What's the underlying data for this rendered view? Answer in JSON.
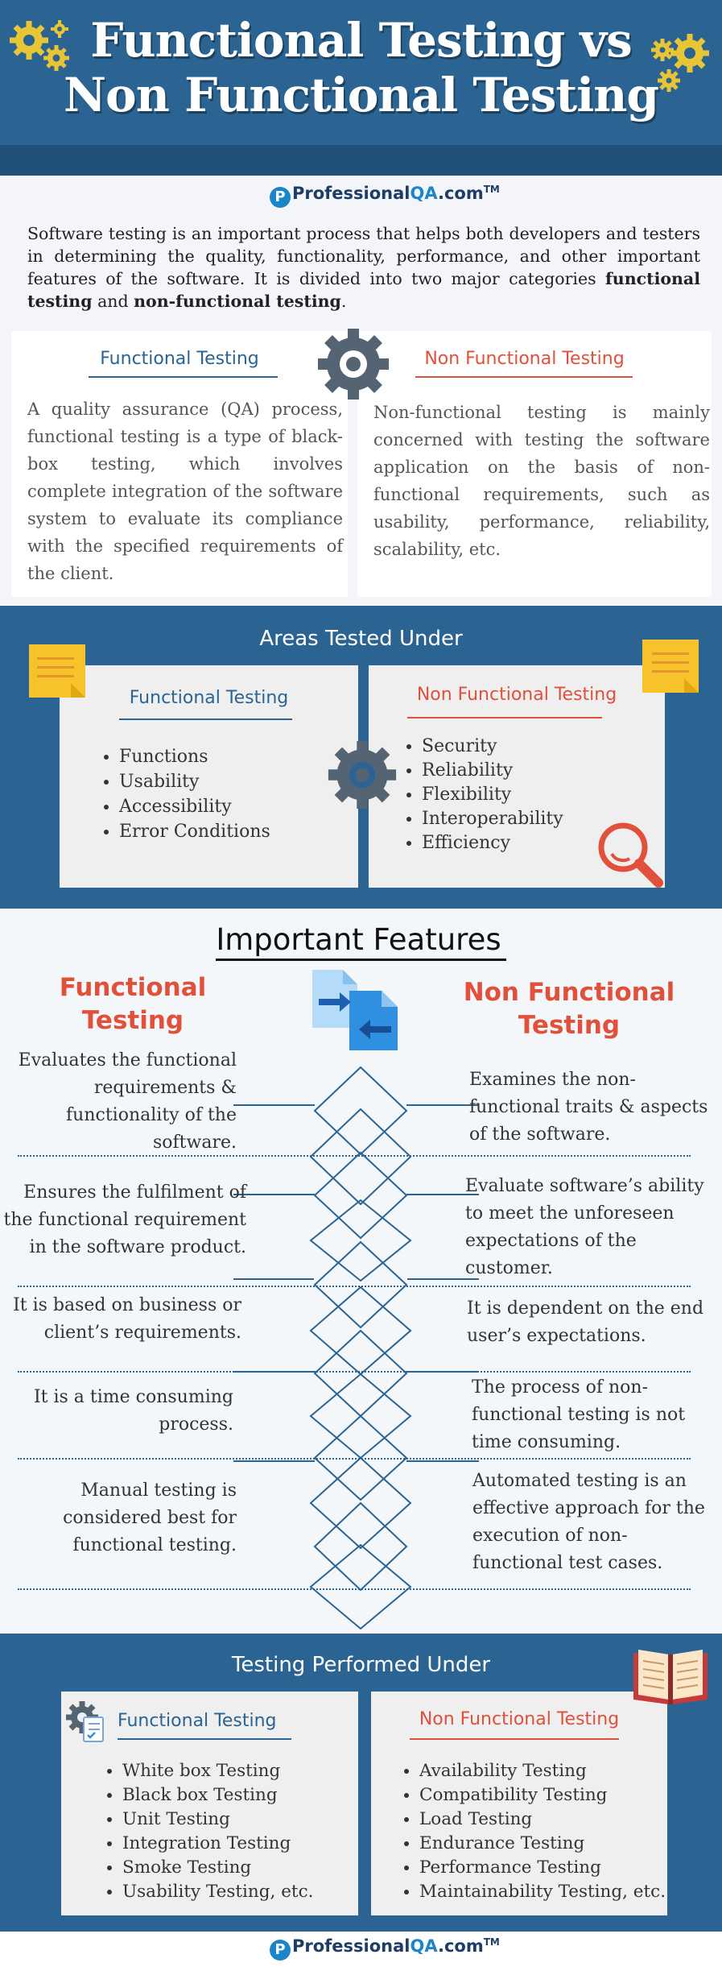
{
  "header": {
    "title_line1": "Functional Testing vs",
    "title_line2": "Non Functional Testing"
  },
  "brand": {
    "logo_main": "Professional",
    "logo_accent": "QA",
    "logo_suffix": ".com",
    "logo_tm": "TM"
  },
  "intro": {
    "text_part1": "Software testing is an important process that helps both developers and testers in determining the quality, functionality, performance, and other important features of the software. It is divided into two major categories ",
    "bold1": "functional testing",
    "text_part2": " and ",
    "bold2": "non-functional testing",
    "text_part3": "."
  },
  "definitions": {
    "functional": {
      "title": "Functional Testing",
      "text": "A quality assurance (QA) process, functional testing is a type of black-box testing, which involves complete integration of the software system to evaluate its compliance with the specified requirements of the client."
    },
    "non_functional": {
      "title": "Non Functional Testing",
      "text": "Non-functional testing is mainly concerned with testing the software application on the basis of non-functional requirements, such as usability, performance, reliability, scalability, etc."
    }
  },
  "areas": {
    "title": "Areas Tested Under",
    "functional": {
      "title": "Functional Testing",
      "items": [
        "Functions",
        "Usability",
        "Accessibility",
        "Error Conditions"
      ]
    },
    "non_functional": {
      "title": "Non Functional Testing",
      "items": [
        "Security",
        "Reliability",
        "Flexibility",
        "Interoperability",
        "Efficiency"
      ]
    }
  },
  "features": {
    "title": "Important Features",
    "functional_heading_line1": "Functional",
    "functional_heading_line2": "Testing",
    "non_functional_heading_line1": "Non Functional",
    "non_functional_heading_line2": "Testing",
    "rows": [
      {
        "left": [
          "Evaluates the functional",
          "requirements &",
          "functionality of the",
          "software."
        ],
        "right": [
          "Examines the non-",
          "functional traits & aspects",
          "of the software."
        ]
      },
      {
        "left": [
          "Ensures the fulfilment of",
          "the functional requirement",
          "in the software product."
        ],
        "right": [
          "Evaluate software’s ability",
          "to meet the unforeseen",
          "expectations of the",
          "customer."
        ]
      },
      {
        "left": [
          "It is based on business or",
          "client’s requirements."
        ],
        "right": [
          "It is dependent on the end",
          "user’s expectations."
        ]
      },
      {
        "left": [
          "It is a time consuming",
          "process."
        ],
        "right": [
          "The process of non-",
          "functional testing is not",
          "time consuming."
        ]
      },
      {
        "left": [
          "Manual testing is",
          "considered best for",
          "functional testing."
        ],
        "right": [
          "Automated testing is an",
          "effective approach for the",
          "execution of non-",
          "functional test cases."
        ]
      }
    ]
  },
  "performed": {
    "title": "Testing Performed Under",
    "functional": {
      "title": "Functional Testing",
      "items": [
        "White box Testing",
        "Black box Testing",
        "Unit Testing",
        "Integration Testing",
        "Smoke Testing",
        "Usability Testing, etc."
      ]
    },
    "non_functional": {
      "title": "Non Functional Testing",
      "items": [
        "Availability Testing",
        "Compatibility Testing",
        "Load Testing",
        "Endurance Testing",
        "Performance Testing",
        "Maintainability Testing, etc."
      ]
    }
  },
  "colors": {
    "primary_blue": "#2b6493",
    "accent_red": "#e0503b",
    "gear_yellow": "#e8c534",
    "note_yellow": "#f7c22a"
  },
  "icons": {
    "header_left": "gears-icon",
    "header_right": "gears-icon",
    "definitions_center": "gear-icon",
    "areas_left": "sticky-note-icon",
    "areas_right": "sticky-note-icon",
    "areas_center": "gear-icon",
    "areas_bottom": "magnifier-icon",
    "features_center": "file-transfer-icon",
    "performed_left": "gear-checklist-icon",
    "performed_right": "open-book-icon"
  }
}
